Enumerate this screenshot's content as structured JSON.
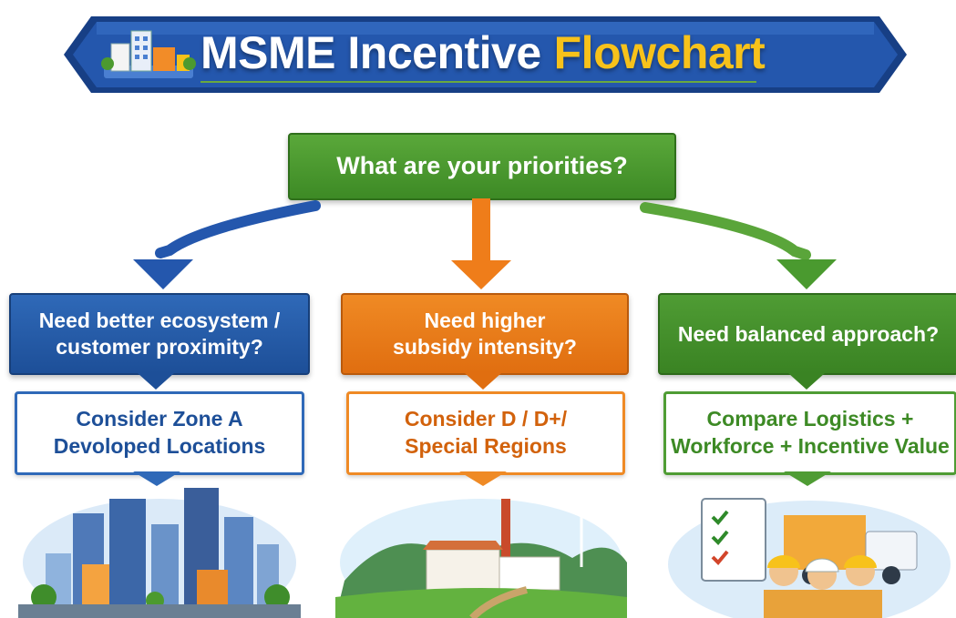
{
  "header": {
    "title_part1": "MSME Incentive",
    "title_part2": "Flowchart",
    "logo_icon": "city-buildings-icon"
  },
  "root_question": "What are your priorities?",
  "branches": [
    {
      "question_line1": "Need better ecosystem /",
      "question_line2": "customer proximity?",
      "recommendation_line1": "Consider Zone A",
      "recommendation_line2": "Devoloped Locations",
      "color": "#2f69b8",
      "illustration": "city-skyline-illustration"
    },
    {
      "question_line1": "Need higher",
      "question_line2": "subsidy intensity?",
      "recommendation_line1": "Consider D / D+/",
      "recommendation_line2": "Special Regions",
      "color": "#ef8a25",
      "illustration": "rural-factory-illustration"
    },
    {
      "question_line1": "Need balanced approach?",
      "question_line2": "",
      "recommendation_line1": "Compare Logistics +",
      "recommendation_line2": "Workforce + Incentive Value",
      "color": "#4f9c34",
      "illustration": "logistics-workforce-illustration"
    }
  ],
  "colors": {
    "banner_blue": "#1f4f9e",
    "title_gold": "#f7c21b",
    "root_green": "#4a9a2f"
  }
}
